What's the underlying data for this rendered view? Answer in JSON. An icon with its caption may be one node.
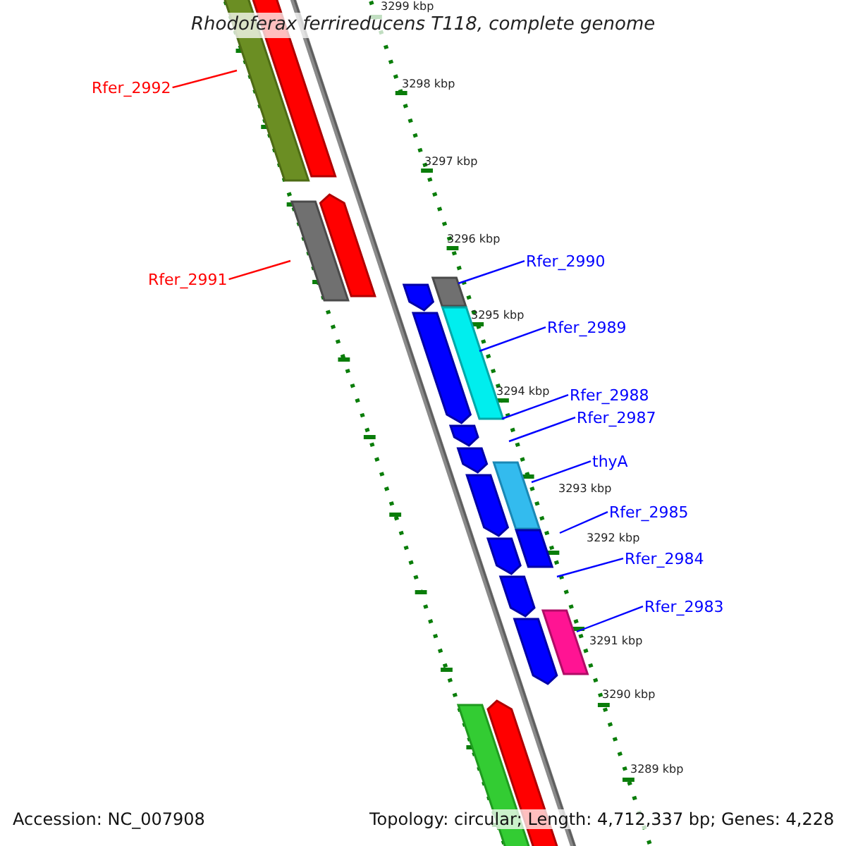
{
  "diagram": {
    "title": "Rhodoferax ferrireducens T118, complete genome",
    "nodes": [
      {
        "text": [
          "Rfer_2992"
        ]
      },
      {
        "text": [
          "Rfer_2991"
        ]
      },
      {
        "text": [
          "Rfer_2990"
        ]
      },
      {
        "text": [
          "Rfer_2989"
        ]
      },
      {
        "text": [
          "Rfer_2988"
        ]
      },
      {
        "text": [
          "Rfer_2987"
        ]
      },
      {
        "text": [
          "thyA"
        ]
      },
      {
        "text": [
          "Rfer_2985"
        ]
      },
      {
        "text": [
          "Rfer_2984"
        ]
      },
      {
        "text": [
          "Rfer_2983"
        ]
      }
    ],
    "edges": [
      {
        "from": 0,
        "to": null,
        "arrow": "none",
        "color": "#ff0000"
      },
      {
        "from": 1,
        "to": null,
        "arrow": "none",
        "color": "#ff0000"
      },
      {
        "from": 2,
        "to": null,
        "arrow": "none"
      },
      {
        "from": 3,
        "to": null,
        "arrow": "none"
      },
      {
        "from": 4,
        "to": null,
        "arrow": "none"
      },
      {
        "from": 5,
        "to": null,
        "arrow": "none"
      },
      {
        "from": 6,
        "to": null,
        "arrow": "none"
      },
      {
        "from": 7,
        "to": null,
        "arrow": "none"
      },
      {
        "from": 8,
        "to": null,
        "arrow": "none"
      },
      {
        "from": 9,
        "to": null,
        "arrow": "none"
      }
    ],
    "labels": [
      "3299 kbp",
      "3298 kbp",
      "3297 kbp",
      "3296 kbp",
      "3295 kbp",
      "3294 kbp",
      "3293 kbp",
      "3292 kbp",
      "3291 kbp",
      "3290 kbp",
      "3289 kbp",
      "Accession: NC_007908",
      "Topology: circular; Length: 4,712,337 bp; Genes: 4,228"
    ]
  }
}
